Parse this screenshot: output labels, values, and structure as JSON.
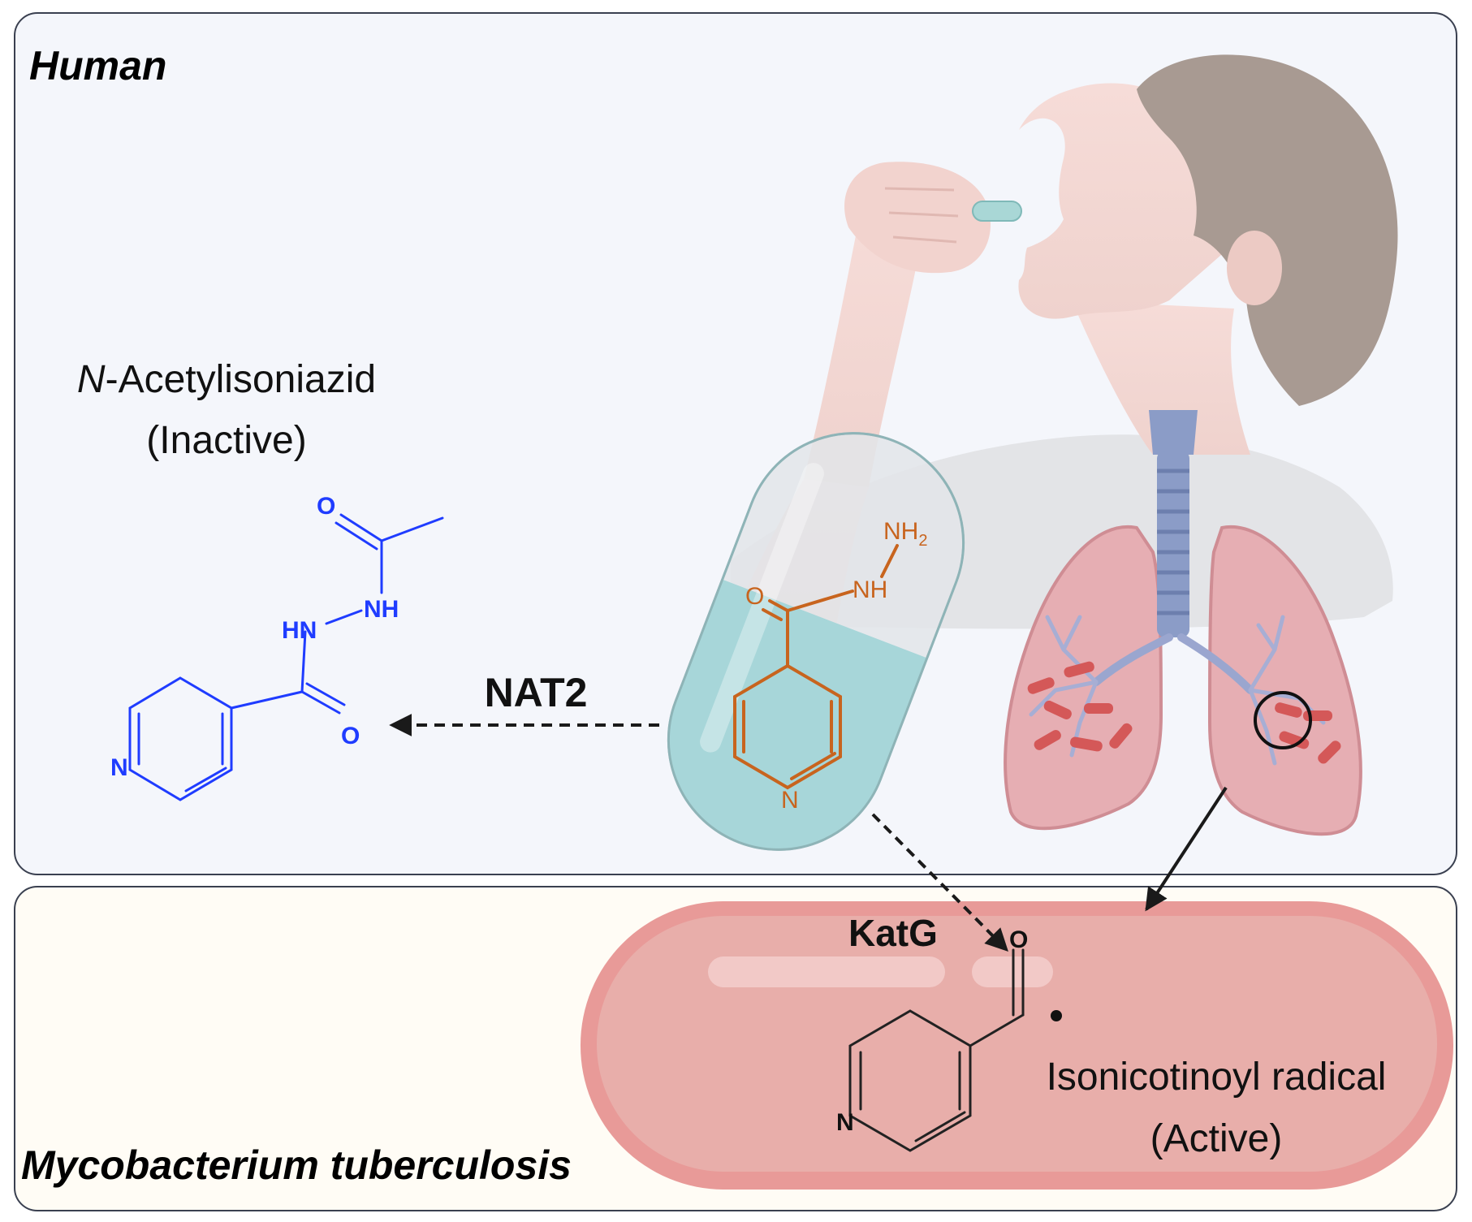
{
  "panels": {
    "human_title": "Human",
    "bacterium_title": "Mycobacterium tuberculosis"
  },
  "metabolite": {
    "name_italic": "N",
    "name_rest": "-Acetylisoniazid",
    "status": "(Inactive)",
    "atoms": {
      "o1": "O",
      "nh": "NH",
      "hn": "HN",
      "o2": "O",
      "n": "N"
    }
  },
  "drug": {
    "atoms": {
      "nh2_main": "NH",
      "nh2_sub": "2",
      "nh": "NH",
      "o": "O",
      "n": "N"
    }
  },
  "enzymes": {
    "nat2": "NAT2",
    "katg": "KatG"
  },
  "active": {
    "name": "Isonicotinoyl radical",
    "status": "(Active)",
    "atoms": {
      "o": "O",
      "n": "N"
    }
  },
  "colors": {
    "human_panel_bg": "#f4f6fb",
    "bacterium_panel_bg": "#fffcf5",
    "metabolite": "#1f3cff",
    "drug": "#c8641e",
    "bacterium": "#dd8a88"
  }
}
